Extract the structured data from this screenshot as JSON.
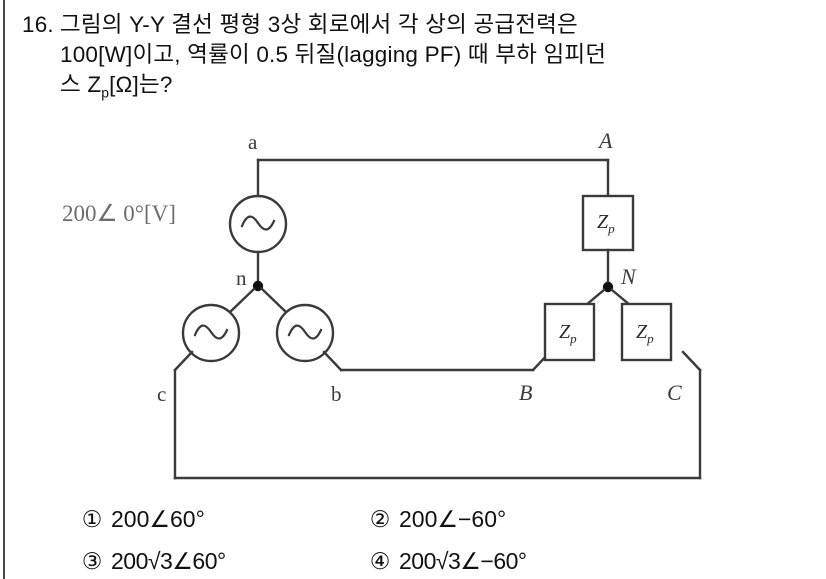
{
  "question": {
    "number": "16.",
    "lines": [
      "그림의 Y-Y 결선 평형 3상 회로에서 각 상의 공급전력은",
      "100[W]이고, 역률이 0.5 뒤질(lagging PF) 때 부하 임피던",
      "스 Z"
    ],
    "line3_sub": "p",
    "line3_tail": "[Ω]는?"
  },
  "diagram": {
    "source_value": "200",
    "source_angle_symbol": "∠",
    "source_angle": " 0°[V]",
    "node_a": "a",
    "node_b": "b",
    "node_c": "c",
    "node_n": "n",
    "node_A": "A",
    "node_B": "B",
    "node_C": "C",
    "node_N": "N",
    "load_label": "Z",
    "load_sub": "p",
    "source_symbol": "sine-wave",
    "wire_color": "#3a3a3a"
  },
  "choices": [
    {
      "marker": "①",
      "text": "200∠60°"
    },
    {
      "marker": "②",
      "text": "200∠−60°"
    },
    {
      "marker": "③",
      "text": "200√3∠60°"
    },
    {
      "marker": "④",
      "text": "200√3∠−60°"
    }
  ]
}
